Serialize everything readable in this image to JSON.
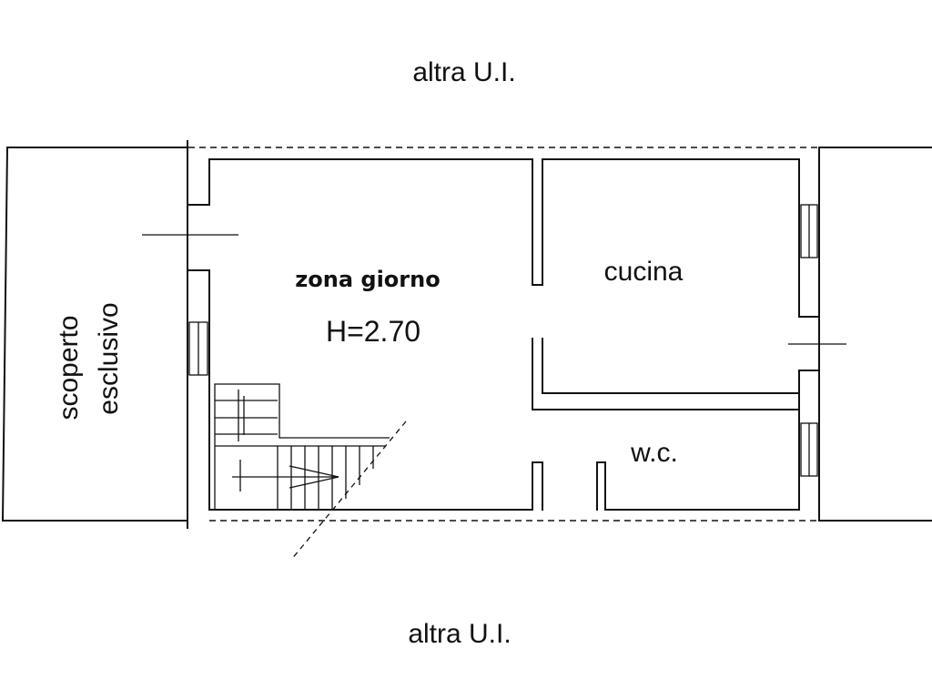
{
  "labels": {
    "top_neighbor": "altra U.I.",
    "bottom_neighbor": "altra U.I.",
    "living_area": "zona giorno",
    "ceiling_height": "H=2.70",
    "kitchen": "cucina",
    "wc": "w.c.",
    "outdoor_line1": "scoperto",
    "outdoor_line2": "esclusivo"
  }
}
